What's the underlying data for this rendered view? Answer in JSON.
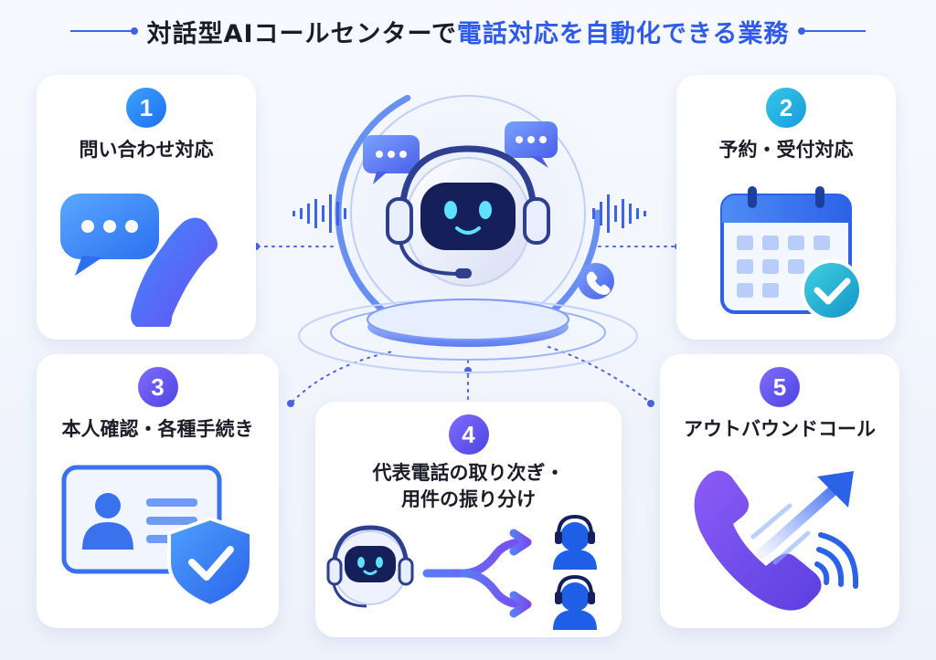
{
  "header": {
    "title_main": "対話型AIコールセンターで",
    "title_highlight": "電話対応を自動化できる業務"
  },
  "cards": [
    {
      "number": "1",
      "label": "問い合わせ対応"
    },
    {
      "number": "2",
      "label": "予約・受付対応"
    },
    {
      "number": "3",
      "label": "本人確認・各種手続き"
    },
    {
      "number": "4",
      "label_line1": "代表電話の取り次ぎ・",
      "label_line2": "用件の振り分け"
    },
    {
      "number": "5",
      "label": "アウトバウンドコール"
    }
  ],
  "colors": {
    "accent_blue": "#2f5bea",
    "badge_blue": "#1f6ff2",
    "badge_teal": "#1a9bdc",
    "badge_purple": "#4c45e0",
    "check_teal": "#1aa7c8"
  },
  "icons": [
    "chat-bubble-icon",
    "phone-icon",
    "calendar-check-icon",
    "id-card-icon",
    "shield-check-icon",
    "robot-headset-icon",
    "split-arrow-icon",
    "operator-icon",
    "outbound-call-icon"
  ]
}
